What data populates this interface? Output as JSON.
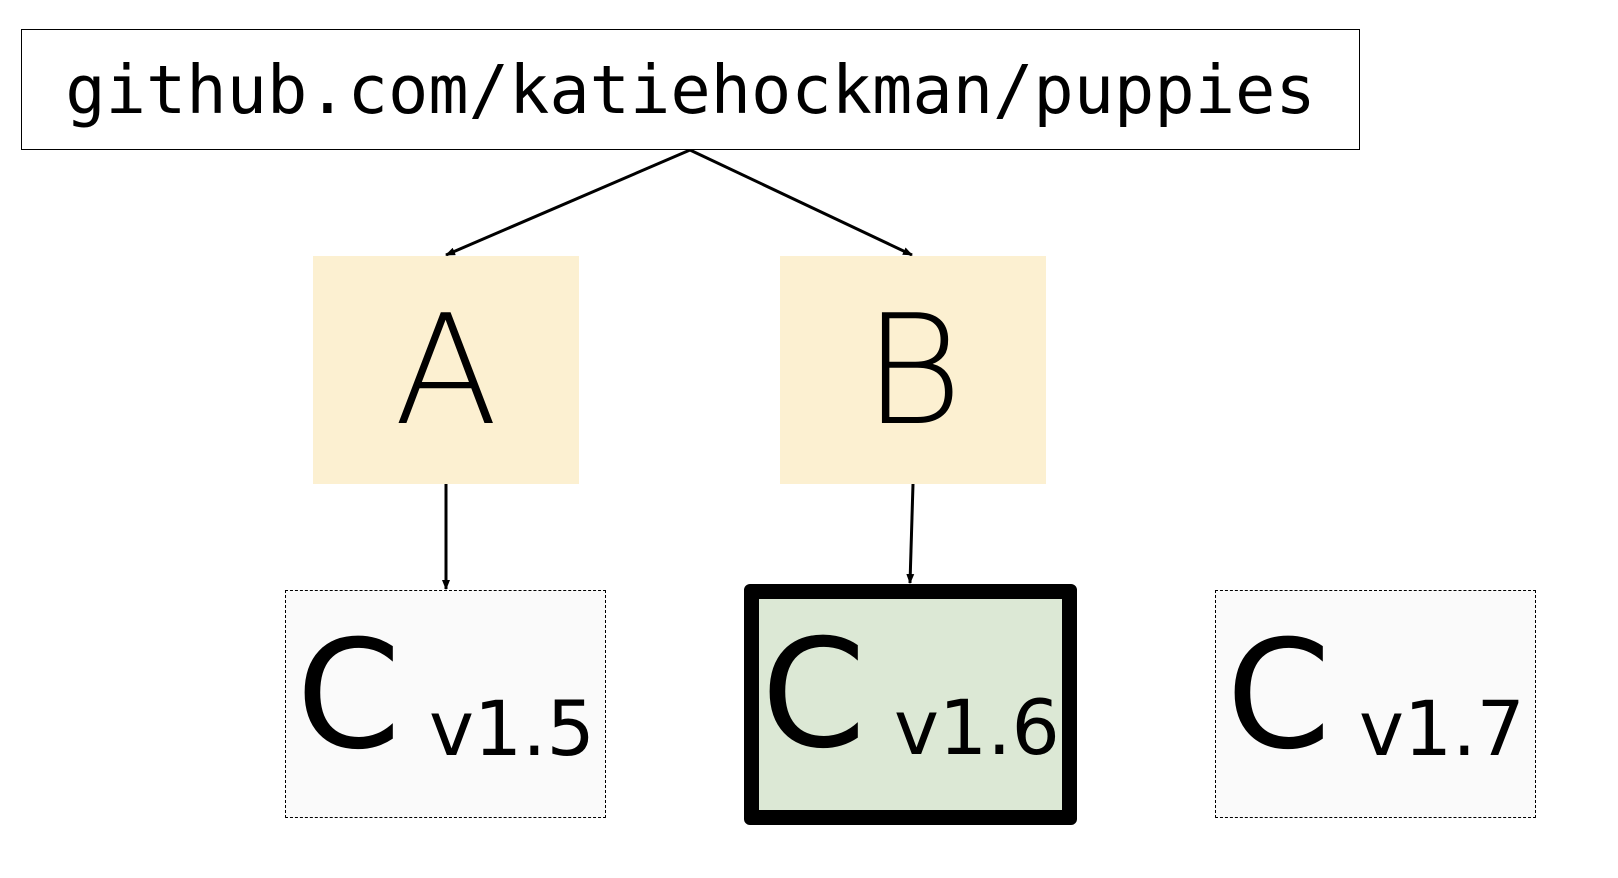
{
  "root": {
    "label": "github.com/katiehockman/puppies"
  },
  "dependencies": [
    {
      "label": "A"
    },
    {
      "label": "B"
    }
  ],
  "versions": [
    {
      "letter": "C",
      "version": "v1.5",
      "selected": false
    },
    {
      "letter": "C",
      "version": "v1.6",
      "selected": true
    },
    {
      "letter": "C",
      "version": "v1.7",
      "selected": false
    }
  ],
  "colors": {
    "dependency_fill": "#fcf0d1",
    "selected_fill": "#dce8d5",
    "unselected_fill": "#fafafa",
    "stroke": "#000000"
  }
}
